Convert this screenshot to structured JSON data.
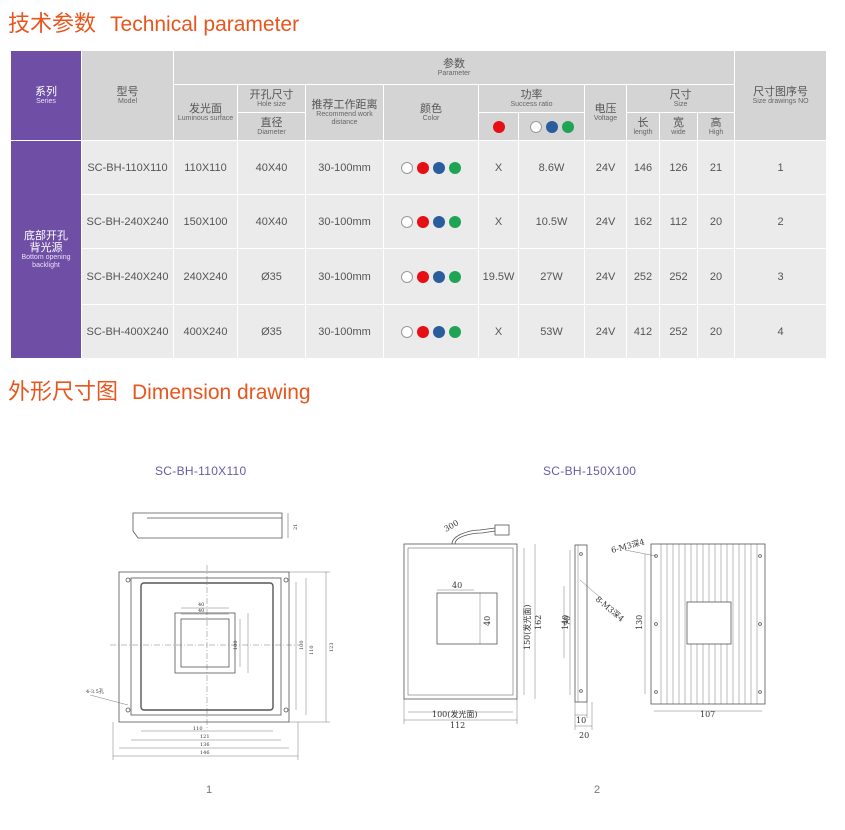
{
  "section1": {
    "title_cn": "技术参数",
    "title_en": "Technical parameter"
  },
  "section2": {
    "title_cn": "外形尺寸图",
    "title_en": "Dimension drawing"
  },
  "table": {
    "header": {
      "series_cn": "系列",
      "series_en": "Series",
      "model_cn": "型号",
      "model_en": "Model",
      "parameter_cn": "参数",
      "parameter_en": "Parameter",
      "drawing_cn": "尺寸图序号",
      "drawing_en": "Size drawings NO",
      "luminous_cn": "发光面",
      "luminous_en": "Luminous surface",
      "hole_cn": "开孔尺寸",
      "hole_en": "Hole size",
      "diameter_cn": "直径",
      "diameter_en": "Diameter",
      "distance_cn": "推荐工作距离",
      "distance_en1": "Recommend work",
      "distance_en2": "distance",
      "color_cn": "颜色",
      "color_en": "Color",
      "power_cn": "功率",
      "power_en": "Success ratio",
      "voltage_cn": "电压",
      "voltage_en": "Voltage",
      "size_cn": "尺寸",
      "size_en": "Size",
      "length_cn": "长",
      "length_en": "length",
      "wide_cn": "宽",
      "wide_en": "wide",
      "high_cn": "高",
      "high_en": "High"
    },
    "series_label": {
      "cn1": "底部开孔",
      "cn2": "背光源",
      "en1": "Bottom opening",
      "en2": "backlight"
    },
    "rows": [
      {
        "model": "SC-BH-110X110",
        "luminous": "110X110",
        "hole": "40X40",
        "distance": "30-100mm",
        "power_red": "X",
        "power_rgb": "8.6W",
        "voltage": "24V",
        "length": "146",
        "wide": "126",
        "high": "21",
        "drawing": "1"
      },
      {
        "model": "SC-BH-240X240",
        "luminous": "150X100",
        "hole": "40X40",
        "distance": "30-100mm",
        "power_red": "X",
        "power_rgb": "10.5W",
        "voltage": "24V",
        "length": "162",
        "wide": "112",
        "high": "20",
        "drawing": "2"
      },
      {
        "model": "SC-BH-240X240",
        "luminous": "240X240",
        "hole": "Ø35",
        "distance": "30-100mm",
        "power_red": "19.5W",
        "power_rgb": "27W",
        "voltage": "24V",
        "length": "252",
        "wide": "252",
        "high": "20",
        "drawing": "3"
      },
      {
        "model": "SC-BH-400X240",
        "luminous": "400X240",
        "hole": "Ø35",
        "distance": "30-100mm",
        "power_red": "X",
        "power_rgb": "53W",
        "voltage": "24V",
        "length": "412",
        "wide": "252",
        "high": "20",
        "drawing": "4"
      }
    ]
  },
  "colors": {
    "accent": "#e8551d",
    "series_bg": "#6f4fa6",
    "header_bg": "#d4d4d4",
    "row_bg": "#ebebeb",
    "red": "#e50f14",
    "blue": "#2a5d9c",
    "green": "#1fa454"
  },
  "drawings": [
    {
      "label": "SC-BH-110X110",
      "number": "1",
      "dims": {
        "h1": "40",
        "h2": "40",
        "v1": "100",
        "v2": "110",
        "v3": "123",
        "w1": "110",
        "w2": "121",
        "w3": "136",
        "w4": "146",
        "holes": "4-3.5孔",
        "t1": "21"
      }
    },
    {
      "label": "SC-BH-150X100",
      "number": "2",
      "dims": {
        "cable": "300",
        "hole_w": "40",
        "hole_h": "40",
        "lum_w": "100(发光面)",
        "total_w": "112",
        "lum_h": "150(发光面)",
        "total_h": "162",
        "side_h1": "140",
        "side_h2": "70",
        "side_w1": "10",
        "side_w2": "20",
        "holes_a": "6-M3深4",
        "holes_b": "8-M3深4",
        "back_h": "130",
        "back_w": "107"
      }
    }
  ]
}
